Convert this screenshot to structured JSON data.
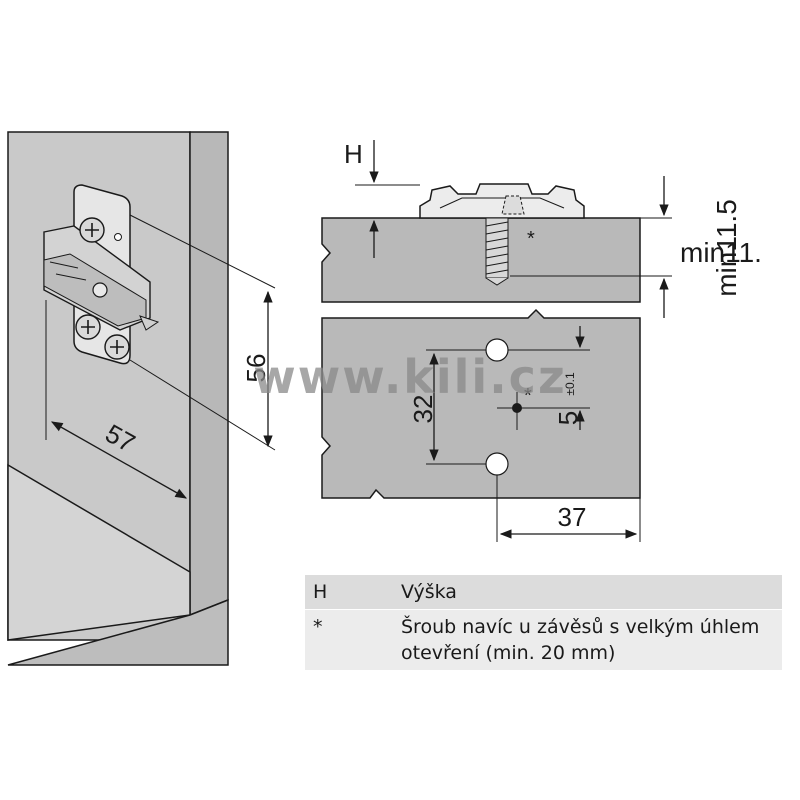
{
  "diagram": {
    "left_view": {
      "dim_height": "56",
      "dim_width": "57"
    },
    "top_view": {
      "label_h": "H",
      "label_star": "*",
      "dim_vertical": "min11.5",
      "dim_vertical_overflow": "min11."
    },
    "front_view": {
      "dim_spacing": "32",
      "dim_offset": "5",
      "dim_tolerance": "±0.1",
      "dim_edge": "37",
      "label_star": "*"
    },
    "watermark": "www.kili.cz",
    "colors": {
      "panel_fill": "#b9b9b9",
      "cabinet_fill": "#c8c8c8",
      "cabinet_dark": "#a9a9a9",
      "line": "#1a1a1a",
      "watermark": "#8a8a8a"
    }
  },
  "legend": {
    "rows": [
      {
        "key": "H",
        "text": "Výška"
      },
      {
        "key": "*",
        "text": "Šroub navíc u závěsů s velkým úhlem otevření (min. 20 mm)"
      }
    ]
  }
}
